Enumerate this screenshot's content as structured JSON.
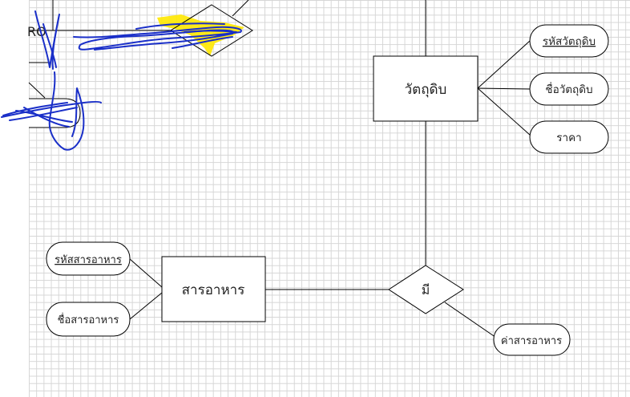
{
  "entities": {
    "material": "วัตถุดิบ",
    "food": "สารอาหาร"
  },
  "relationships": {
    "has": "มี"
  },
  "attributes": {
    "material_id": "รหัสวัตถุดิบ",
    "material_name": "ชื่อวัตถุดิบ",
    "price": "ราคา",
    "food_id": "รหัสสารอาหาร",
    "food_name": "ชื่อสารอาหาร",
    "food_value": "ค่าสารอาหาร"
  },
  "partial": {
    "left_label": "RO"
  },
  "colors": {
    "line": "#000000",
    "pen_ink": "#1a2fc8",
    "highlighter": "#ffe800"
  }
}
